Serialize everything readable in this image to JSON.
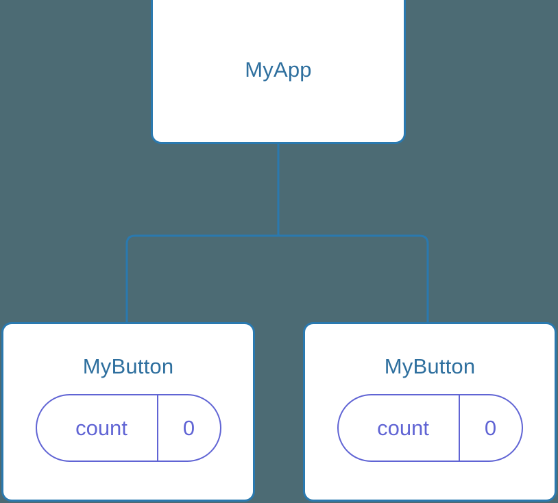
{
  "diagram": {
    "title": "component-tree",
    "background_color": "#4c6b74",
    "node_border_color": "#2a79af",
    "node_fill_color": "#ffffff",
    "node_title_color": "#2e6f9e",
    "state_accent_color": "#6064d4",
    "edge_color": "#2a79af"
  },
  "nodes": {
    "root": {
      "id": "myapp",
      "label": "MyApp",
      "state": []
    },
    "left": {
      "id": "mybutton-1",
      "label": "MyButton",
      "state": [
        {
          "key": "count",
          "value": "0"
        }
      ]
    },
    "right": {
      "id": "mybutton-2",
      "label": "MyButton",
      "state": [
        {
          "key": "count",
          "value": "0"
        }
      ]
    }
  },
  "edges": [
    {
      "from": "myapp",
      "to": "mybutton-1"
    },
    {
      "from": "myapp",
      "to": "mybutton-2"
    }
  ]
}
